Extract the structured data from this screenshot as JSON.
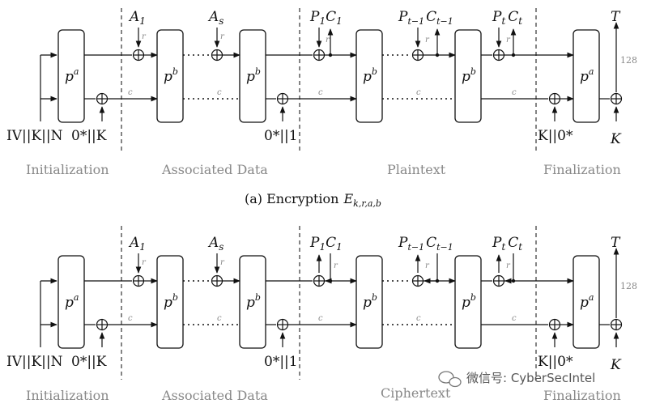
{
  "diagram": {
    "boxes": {
      "pa": "p",
      "pa_sup": "a",
      "pb": "p",
      "pb_sup": "b"
    },
    "edge_labels": {
      "r": "r",
      "c": "c",
      "width": "128"
    },
    "encryption": {
      "inputs": {
        "init": "IV||K||N",
        "init_key": "0*||K",
        "a1": "A",
        "a1_sub": "1",
        "as": "A",
        "as_sub": "s",
        "sep": "0*||1",
        "p1": "P",
        "p1_sub": "1",
        "c1": "C",
        "c1_sub": "1",
        "pt1": "P",
        "pt1_sub": "t−1",
        "ct1": "C",
        "ct1_sub": "t−1",
        "pt": "P",
        "pt_sub": "t",
        "ct": "C",
        "ct_sub": "t",
        "fin_key": "K||0*",
        "tag": "T",
        "tag_key": "K"
      },
      "phases": {
        "init": "Initialization",
        "ad": "Associated Data",
        "text": "Plaintext",
        "fin": "Finalization"
      },
      "caption_prefix": "(a) Encryption",
      "caption_symbol": "E",
      "caption_sub": "k,r,a,b"
    },
    "decryption": {
      "inputs": {
        "init": "IV||K||N",
        "init_key": "0*||K",
        "a1": "A",
        "a1_sub": "1",
        "as": "A",
        "as_sub": "s",
        "sep": "0*||1",
        "p1": "P",
        "p1_sub": "1",
        "c1": "C",
        "c1_sub": "1",
        "pt1": "P",
        "pt1_sub": "t−1",
        "ct1": "C",
        "ct1_sub": "t−1",
        "pt": "P",
        "pt_sub": "t",
        "ct": "C",
        "ct_sub": "t",
        "fin_key": "K||0*",
        "tag": "T",
        "tag_key": "K"
      },
      "phases": {
        "init": "Initialization",
        "ad": "Associated Data",
        "text": "Ciphertext",
        "fin": "Finalization"
      }
    },
    "watermark": "微信号: CyberSecIntel"
  }
}
